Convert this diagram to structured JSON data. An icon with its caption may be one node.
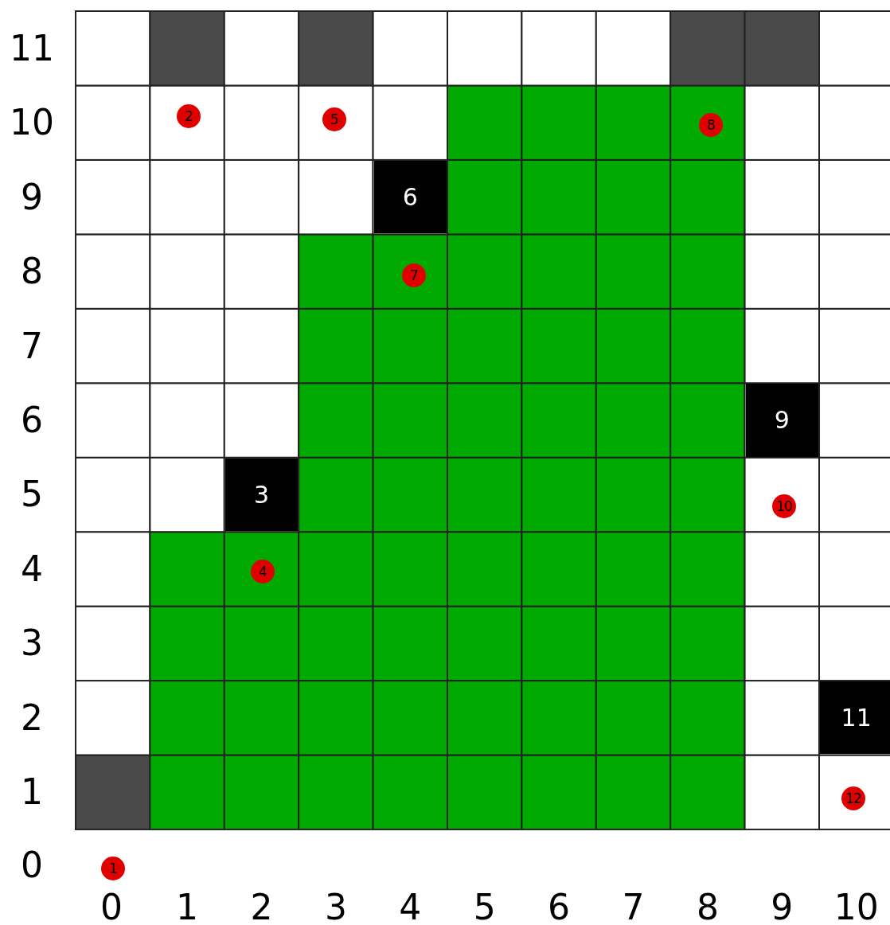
{
  "diagram": {
    "nodes": [
      {
        "text": [
          "2"
        ]
      },
      {
        "text": [
          "5"
        ]
      },
      {
        "text": [
          "8"
        ]
      },
      {
        "text": [
          "6"
        ]
      },
      {
        "text": [
          "7"
        ]
      },
      {
        "text": [
          "9"
        ]
      },
      {
        "text": [
          "3"
        ]
      },
      {
        "text": [
          "10"
        ]
      },
      {
        "text": [
          "4"
        ]
      },
      {
        "text": [
          "11"
        ]
      },
      {
        "text": [
          "12"
        ]
      },
      {
        "text": [
          "1"
        ]
      }
    ],
    "labels": [
      "11",
      "10",
      "9",
      "8",
      "7",
      "6",
      "5",
      "4",
      "3",
      "2",
      "1",
      "0",
      "0",
      "1",
      "2",
      "3",
      "4",
      "5",
      "6",
      "7",
      "8",
      "9",
      "10"
    ]
  }
}
